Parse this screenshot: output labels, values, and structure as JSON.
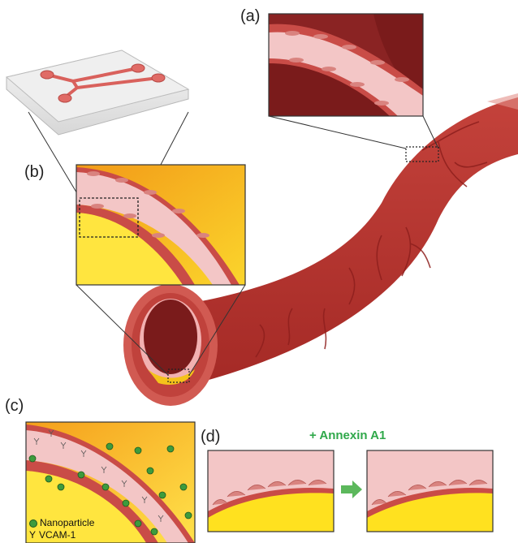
{
  "panels": {
    "a": {
      "label": "(a)"
    },
    "b": {
      "label": "(b)"
    },
    "c": {
      "label": "(c)"
    },
    "d": {
      "label": "(d)"
    }
  },
  "treatment": {
    "label": "+ Annexin A1",
    "color": "#2fa84a"
  },
  "legend": {
    "nanoparticle": "Nanoparticle",
    "vcam_symbol": "Y",
    "vcam": "VCAM-1"
  },
  "colors": {
    "vessel": "#b5342f",
    "vessel_dark": "#7a1b1b",
    "endothelium": "#f3c6c6",
    "plaque": "#f5c21b",
    "nanoparticle": "#3d9b3d"
  }
}
